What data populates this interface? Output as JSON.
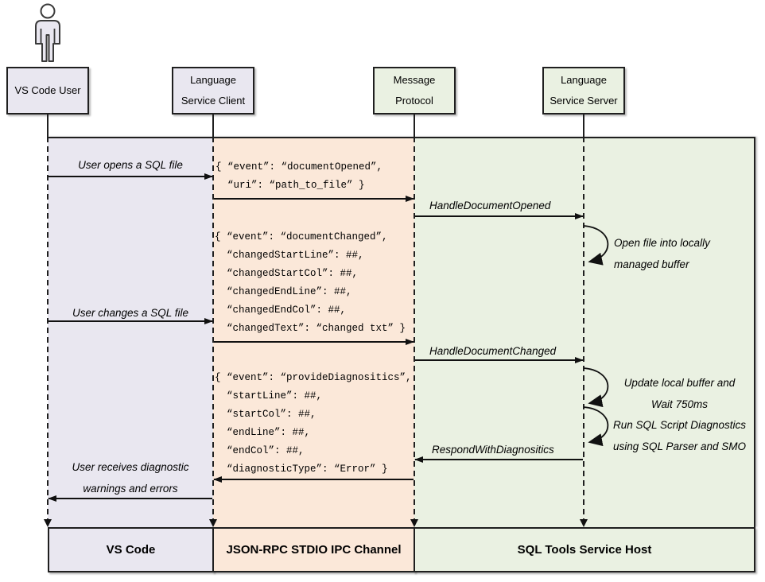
{
  "actors": {
    "user": {
      "line1": "VS Code User"
    },
    "client": {
      "line1": "Language",
      "line2": "Service Client"
    },
    "protocol": {
      "line1": "Message",
      "line2": "Protocol"
    },
    "server": {
      "line1": "Language",
      "line2": "Service Server"
    }
  },
  "messages": {
    "user_opens": "User opens a SQL file",
    "doc_opened_l1": "{ “event”: “documentOpened”,",
    "doc_opened_l2": "“uri”: “path_to_file” }",
    "handle_doc_opened": "HandleDocumentOpened",
    "open_file_l1": "Open file into locally",
    "open_file_l2": "managed buffer",
    "doc_changed_l1": "{ “event”: “documentChanged”,",
    "doc_changed_l2": "“changedStartLine”: ##,",
    "doc_changed_l3": "“changedStartCol”: ##,",
    "doc_changed_l4": "“changedEndLine”: ##,",
    "doc_changed_l5": "“changedEndCol”: ##,",
    "doc_changed_l6": "“changedText”: “changed txt” }",
    "user_changes": "User changes a SQL file",
    "handle_doc_changed": "HandleDocumentChanged",
    "update_buffer_l1": "Update local buffer and",
    "update_buffer_l2": "Wait 750ms",
    "run_diag_l1": "Run SQL Script Diagnostics",
    "run_diag_l2": "using SQL Parser and SMO",
    "provide_diag_l1": "{ “event”: “provideDiagnositics”,",
    "provide_diag_l2": "“startLine”: ##,",
    "provide_diag_l3": "“startCol”: ##,",
    "provide_diag_l4": "“endLine”: ##,",
    "provide_diag_l5": "“endCol”: ##,",
    "provide_diag_l6": "“diagnosticType”: “Error” }",
    "respond_with_diag": "RespondWithDiagnositics",
    "user_receives_l1": "User receives diagnostic",
    "user_receives_l2": "warnings and errors"
  },
  "lanes": {
    "vscode": "VS Code",
    "ipc": "JSON-RPC STDIO IPC Channel",
    "host": "SQL Tools Service Host"
  },
  "colors": {
    "lane_vscode": "#E9E7F0",
    "lane_ipc": "#FBE8D9",
    "lane_host": "#EAF1E2",
    "line": "#1f1f1f"
  }
}
